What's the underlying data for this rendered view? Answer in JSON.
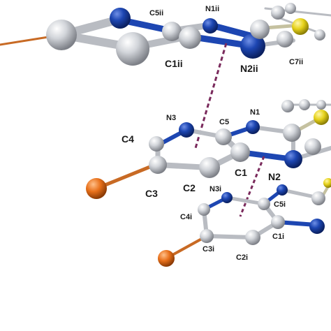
{
  "colors": {
    "carbon": "#c4c7cc",
    "nitrogen": "#1842a8",
    "sulfur": "#e6d21c",
    "bromine": "#e8701a",
    "contact": "#7a2a5c",
    "label": "#1a1a1a"
  },
  "labels": {
    "top": {
      "C5": "C5ii",
      "N1": "N1ii",
      "C1": "C1ii",
      "N2": "N2ii",
      "C7": "C7ii"
    },
    "middle": {
      "N3": "N3",
      "C5": "C5",
      "N1": "N1",
      "C4": "C4",
      "C1": "C1",
      "N2": "N2",
      "C3": "C3",
      "C2": "C2"
    },
    "bottom": {
      "N3": "N3i",
      "C4": "C4i",
      "C5": "C5i",
      "C1": "C1i",
      "C3": "C3i",
      "C2": "C2i"
    }
  }
}
